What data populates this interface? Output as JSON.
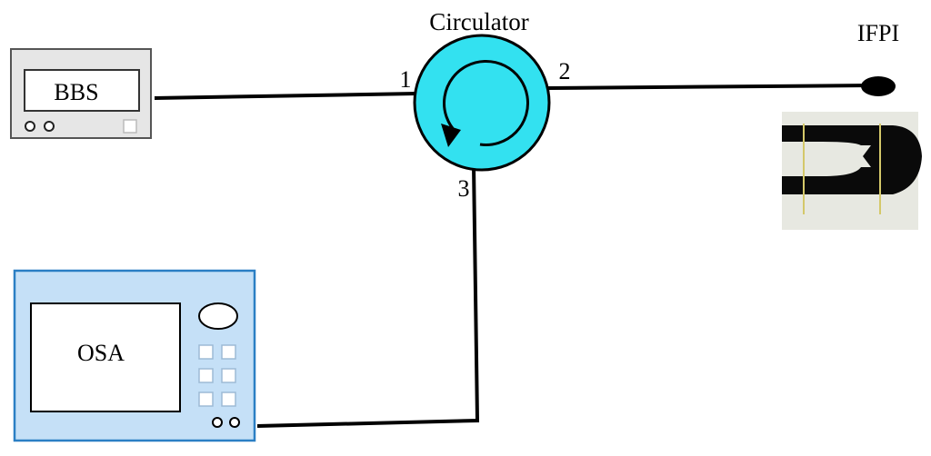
{
  "labels": {
    "circulator": "Circulator",
    "ifpi": "IFPI",
    "bbs": "BBS",
    "osa": "OSA",
    "port1": "1",
    "port2": "2",
    "port3": "3"
  },
  "colors": {
    "circulator_fill": "#33E1F0",
    "osa_fill": "#C5E0F7",
    "osa_border": "#2B7FC4",
    "bbs_fill": "#E6E6E6",
    "line": "#000000"
  }
}
